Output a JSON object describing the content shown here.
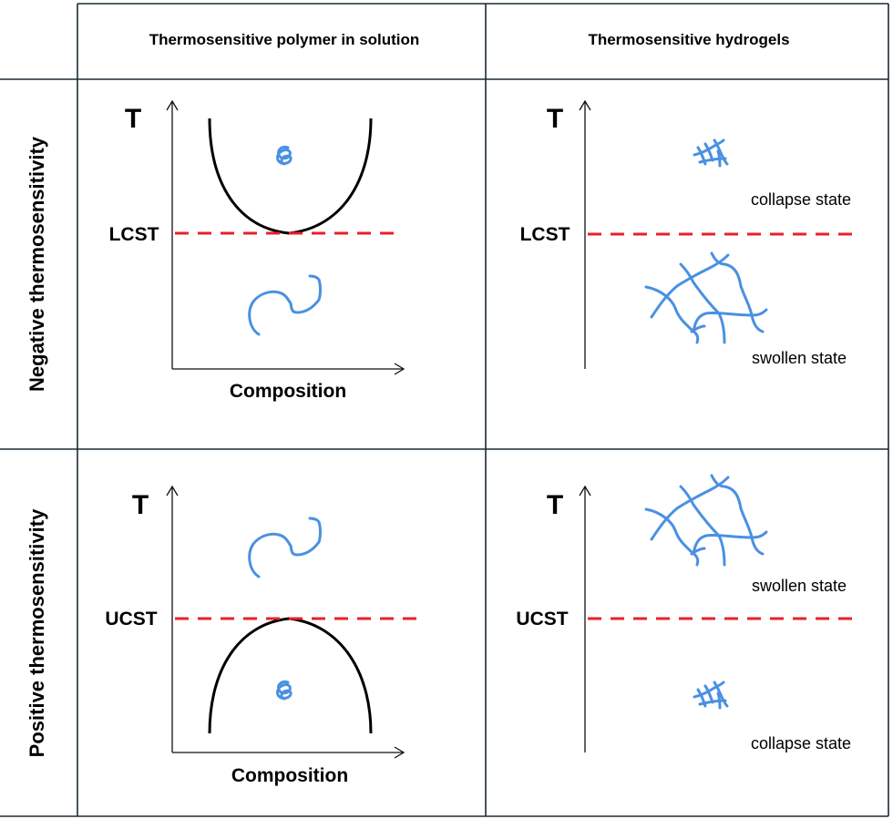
{
  "columns": [
    {
      "header": "Thermosensitive polymer in solution"
    },
    {
      "header": "Thermosensitive hydrogels"
    }
  ],
  "rows": [
    {
      "header": "Negative thermosensitivity"
    },
    {
      "header": "Positive thermosensitivity"
    }
  ],
  "panels": {
    "neg_solution": {
      "y_axis_label": "T",
      "x_axis_label": "Composition",
      "critical_label": "LCST",
      "curve_shape": "U-shaped (minimum at LCST)",
      "above_line_state": "collapsed coil (inside curve)",
      "below_line_state": "extended chain"
    },
    "neg_hydrogel": {
      "y_axis_label": "T",
      "critical_label": "LCST",
      "upper_state_label": "collapse state",
      "lower_state_label": "swollen state"
    },
    "pos_solution": {
      "y_axis_label": "T",
      "x_axis_label": "Composition",
      "critical_label": "UCST",
      "curve_shape": "inverted U (maximum at UCST)",
      "above_line_state": "extended chain",
      "below_line_state": "collapsed coil (inside curve)"
    },
    "pos_hydrogel": {
      "y_axis_label": "T",
      "critical_label": "UCST",
      "upper_state_label": "swollen state",
      "lower_state_label": "collapse state"
    }
  },
  "colors": {
    "critical_line": "#e8202a",
    "polymer": "#4a90e2",
    "curve": "#000000",
    "grid": "#1c2a33"
  }
}
